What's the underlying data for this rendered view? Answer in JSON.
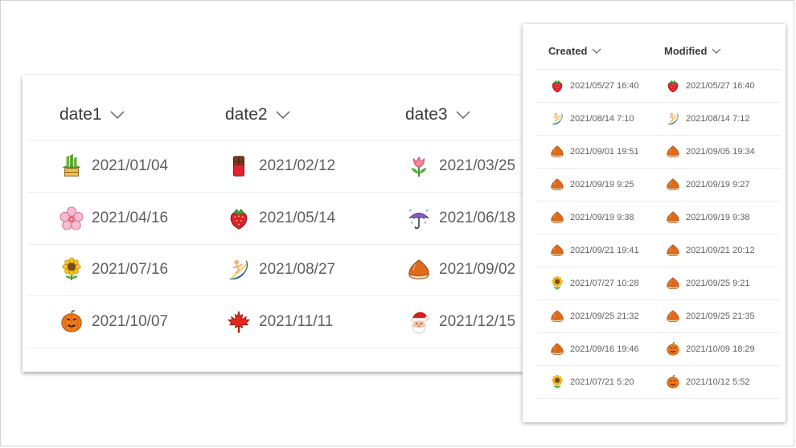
{
  "big_list": {
    "columns": [
      {
        "label": "date1"
      },
      {
        "label": "date2"
      },
      {
        "label": "date3"
      }
    ],
    "rows": [
      [
        {
          "icon": "kadomatsu-icon",
          "date": "2021/01/04"
        },
        {
          "icon": "chocolate-bar-icon",
          "date": "2021/02/12"
        },
        {
          "icon": "tulip-icon",
          "date": "2021/03/25"
        }
      ],
      [
        {
          "icon": "cherry-blossom-icon",
          "date": "2021/04/16"
        },
        {
          "icon": "strawberry-icon",
          "date": "2021/05/14"
        },
        {
          "icon": "umbrella-rain-icon",
          "date": "2021/06/18"
        }
      ],
      [
        {
          "icon": "sunflower-icon",
          "date": "2021/07/16"
        },
        {
          "icon": "surfer-icon",
          "date": "2021/08/27"
        },
        {
          "icon": "chestnut-icon",
          "date": "2021/09/02"
        }
      ],
      [
        {
          "icon": "jack-o-lantern-icon",
          "date": "2021/10/07"
        },
        {
          "icon": "maple-leaf-icon",
          "date": "2021/11/11"
        },
        {
          "icon": "santa-icon",
          "date": "2021/12/15"
        }
      ]
    ]
  },
  "small_list": {
    "columns": [
      {
        "label": "Created"
      },
      {
        "label": "Modified"
      }
    ],
    "rows": [
      [
        {
          "icon": "strawberry-icon",
          "date": "2021/05/27 16:40"
        },
        {
          "icon": "strawberry-icon",
          "date": "2021/05/27 16:40"
        }
      ],
      [
        {
          "icon": "surfer-icon",
          "date": "2021/08/14 7:10"
        },
        {
          "icon": "surfer-icon",
          "date": "2021/08/14 7:12"
        }
      ],
      [
        {
          "icon": "chestnut-icon",
          "date": "2021/09/01 19:51"
        },
        {
          "icon": "chestnut-icon",
          "date": "2021/09/05 19:34"
        }
      ],
      [
        {
          "icon": "chestnut-icon",
          "date": "2021/09/19 9:25"
        },
        {
          "icon": "chestnut-icon",
          "date": "2021/09/19 9:27"
        }
      ],
      [
        {
          "icon": "chestnut-icon",
          "date": "2021/09/19 9:38"
        },
        {
          "icon": "chestnut-icon",
          "date": "2021/09/19 9:38"
        }
      ],
      [
        {
          "icon": "chestnut-icon",
          "date": "2021/09/21 19:41"
        },
        {
          "icon": "chestnut-icon",
          "date": "2021/09/21 20:12"
        }
      ],
      [
        {
          "icon": "sunflower-icon",
          "date": "2021/07/27 10:28"
        },
        {
          "icon": "chestnut-icon",
          "date": "2021/09/25 9:21"
        }
      ],
      [
        {
          "icon": "chestnut-icon",
          "date": "2021/09/25 21:32"
        },
        {
          "icon": "chestnut-icon",
          "date": "2021/09/25 21:35"
        }
      ],
      [
        {
          "icon": "chestnut-icon",
          "date": "2021/09/16 19:46"
        },
        {
          "icon": "jack-o-lantern-icon",
          "date": "2021/10/09 18:29"
        }
      ],
      [
        {
          "icon": "sunflower-icon",
          "date": "2021/07/21 5:20"
        },
        {
          "icon": "jack-o-lantern-icon",
          "date": "2021/10/12 5:52"
        }
      ]
    ]
  }
}
